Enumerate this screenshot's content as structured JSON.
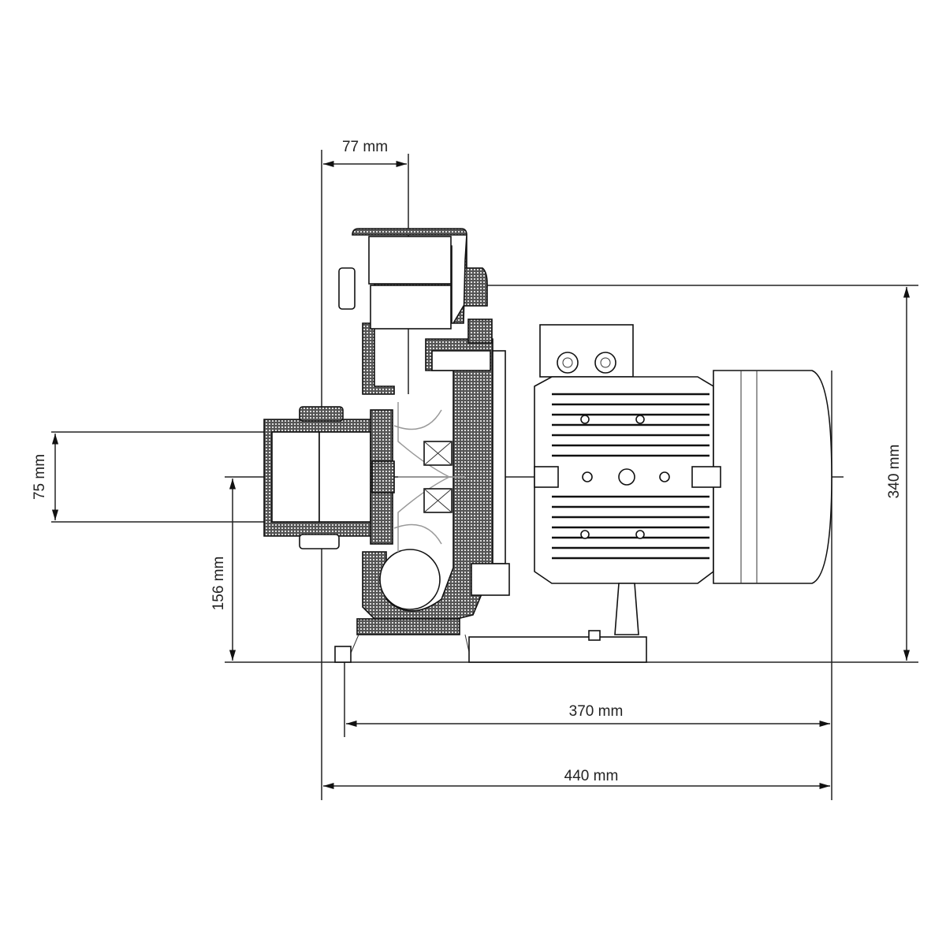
{
  "title": "Pump dimensional drawing",
  "dimensions": {
    "outlet_offset": "77 mm",
    "inlet_diameter": "75 mm",
    "shaft_height": "156 mm",
    "total_height": "340 mm",
    "foot_spacing": "370 mm",
    "total_length": "440 mm"
  },
  "colors": {
    "line": "#222222",
    "background": "#ffffff"
  }
}
